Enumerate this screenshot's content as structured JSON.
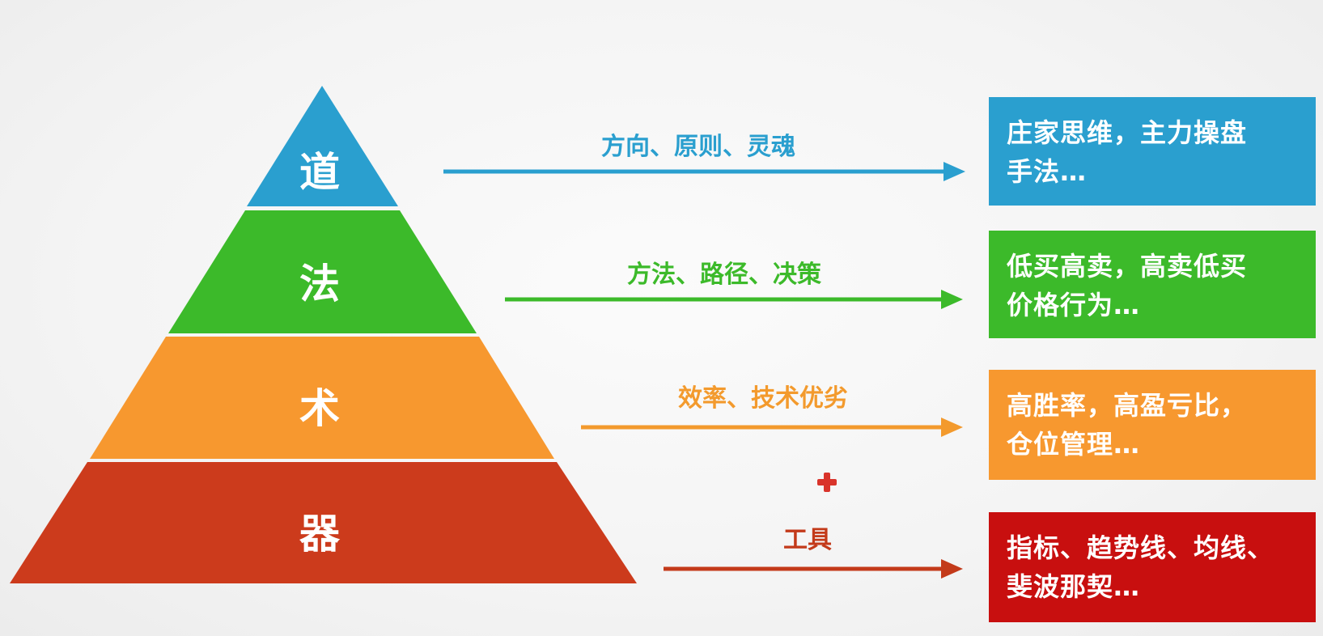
{
  "tiers": [
    {
      "name": "道",
      "color": "#2a9fcf",
      "arrow_label": "方向、原则、灵魂",
      "arrow_color": "#2a9fcf",
      "box_lines": [
        "庄家思维，主力操盘",
        "手法…"
      ],
      "box_color": "#2a9fcf"
    },
    {
      "name": "法",
      "color": "#3cba2a",
      "arrow_label": "方法、路径、决策",
      "arrow_color": "#3cba2a",
      "box_lines": [
        "低买高卖，高卖低买",
        "价格行为…"
      ],
      "box_color": "#3cba2a"
    },
    {
      "name": "术",
      "color": "#f7982f",
      "arrow_label": "效率、技术优劣",
      "arrow_color": "#f39a2d",
      "box_lines": [
        "高胜率，高盈亏比，",
        "仓位管理…"
      ],
      "box_color": "#f7982f"
    },
    {
      "name": "器",
      "color": "#cc3b1c",
      "arrow_label": "工具",
      "arrow_color": "#c33a1a",
      "box_lines": [
        "指标、趋势线、均线、",
        "斐波那契…"
      ],
      "box_color": "#c80f0f"
    }
  ]
}
